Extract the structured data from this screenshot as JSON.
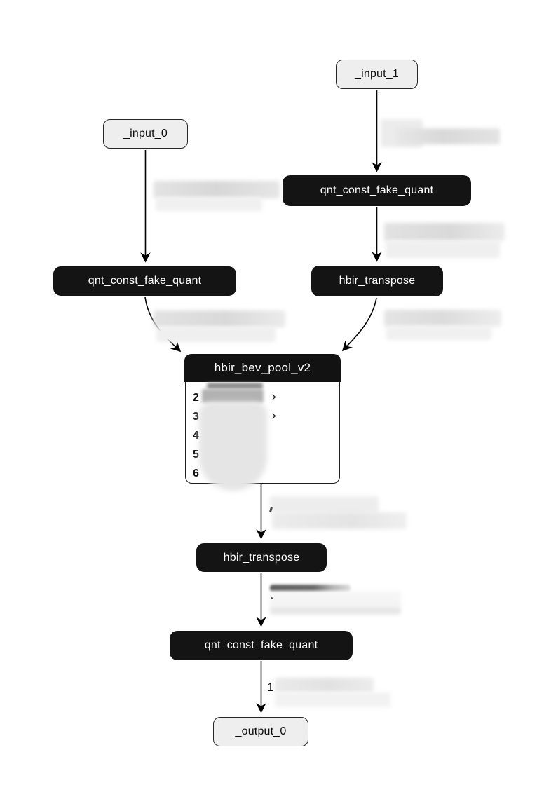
{
  "graph": {
    "nodes": {
      "input1": {
        "label": "_input_1",
        "kind": "io"
      },
      "input0": {
        "label": "_input_0",
        "kind": "io"
      },
      "qnt_right": {
        "label": "qnt_const_fake_quant",
        "kind": "op"
      },
      "qnt_left": {
        "label": "qnt_const_fake_quant",
        "kind": "op"
      },
      "transpose_right": {
        "label": "hbir_transpose",
        "kind": "op"
      },
      "pool": {
        "label": "hbir_bev_pool_v2",
        "kind": "op-expanded"
      },
      "transpose_mid": {
        "label": "hbir_transpose",
        "kind": "op"
      },
      "qnt_bottom": {
        "label": "qnt_const_fake_quant",
        "kind": "op"
      },
      "output0": {
        "label": "_output_0",
        "kind": "io"
      }
    },
    "pool_rows": [
      "2",
      "3",
      "4",
      "5",
      "6"
    ],
    "edge_labels": {
      "qnt_bottom_to_output": "1"
    },
    "icons": {
      "expand_chevron": "›"
    },
    "colors": {
      "background": "#ffffff",
      "op_node_bg": "#141414",
      "op_node_text": "#ffffff",
      "io_node_bg": "#eeeeee",
      "io_node_border": "#262626",
      "edge": "#000000",
      "redaction_light": "#ececec",
      "redaction_dark": "#5f5f5f"
    }
  }
}
